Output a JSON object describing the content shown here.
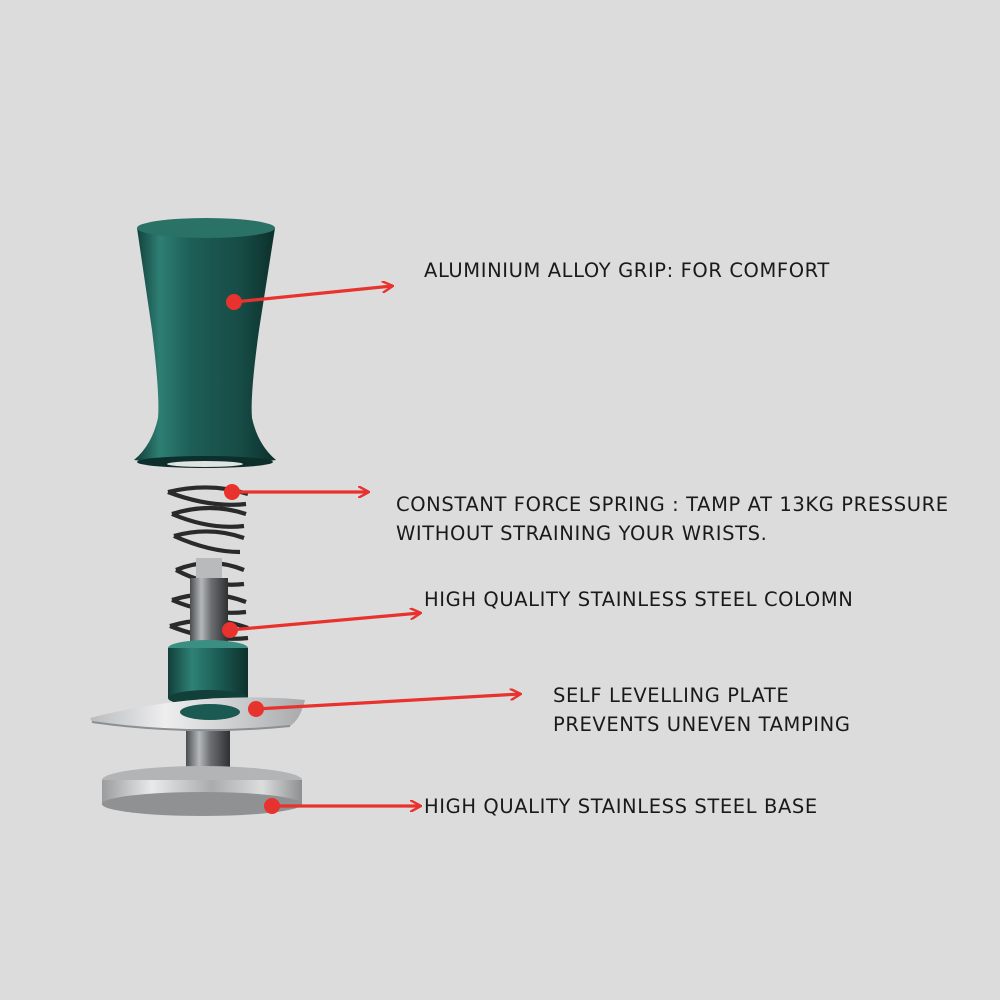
{
  "colors": {
    "background": "#dcdcdc",
    "grip_green": "#1f5f57",
    "arrow_red": "#e8322e",
    "steel": "#c4c6c8"
  },
  "callouts": [
    {
      "id": "grip",
      "lines": [
        "ALUMINIUM ALLOY GRIP: FOR COMFORT"
      ]
    },
    {
      "id": "spring",
      "lines": [
        "CONSTANT FORCE SPRING : TAMP AT 13KG PRESSURE",
        "WITHOUT STRAINING YOUR WRISTS."
      ]
    },
    {
      "id": "column",
      "lines": [
        "HIGH QUALITY STAINLESS STEEL COLOMN"
      ]
    },
    {
      "id": "plate",
      "lines": [
        "SELF LEVELLING PLATE",
        "PREVENTS UNEVEN TAMPING"
      ]
    },
    {
      "id": "base",
      "lines": [
        "HIGH QUALITY STAINLESS STEEL BASE"
      ]
    }
  ]
}
